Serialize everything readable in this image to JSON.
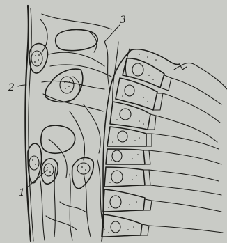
{
  "figure": {
    "labels": [
      {
        "id": "label-1",
        "text": "1"
      },
      {
        "id": "label-2",
        "text": "2"
      },
      {
        "id": "label-3",
        "text": "3"
      }
    ],
    "colors": {
      "background": "#c9cbc6",
      "ink": "#1e1e1b",
      "cell_fill": "#bebfb9",
      "vacuole_fill": "#cfd1cc"
    }
  }
}
